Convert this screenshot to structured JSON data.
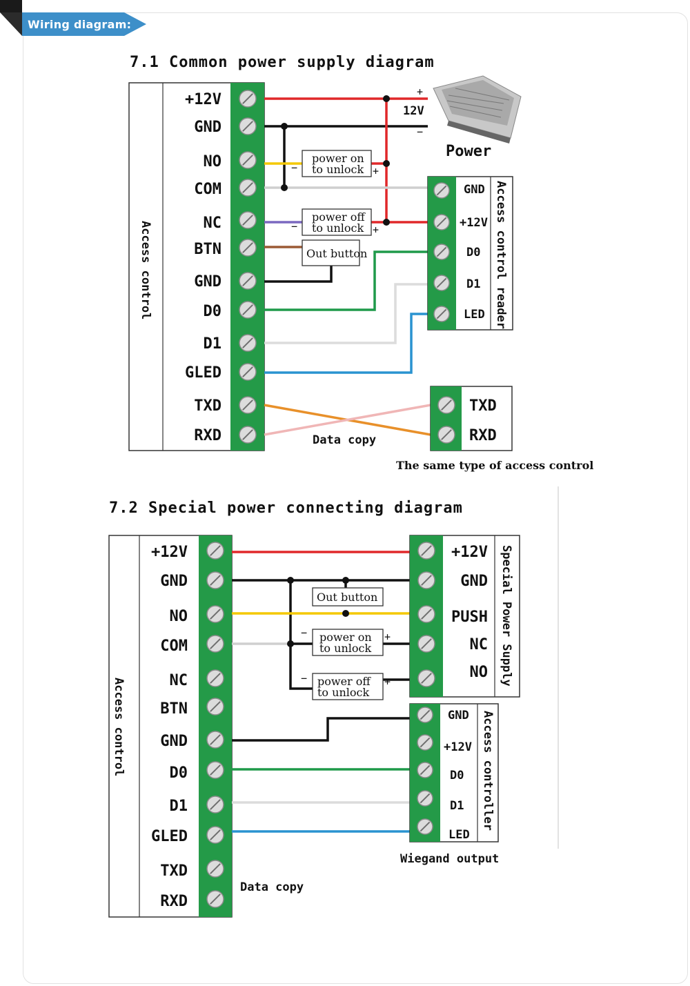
{
  "banner": {
    "text": "Wiring diagram:"
  },
  "diagram1": {
    "title": "7.1 Common power supply diagram",
    "controller_label": "Access control",
    "terminals": [
      "+12V",
      "GND",
      "NO",
      "COM",
      "NC",
      "BTN",
      "GND",
      "D0",
      "D1",
      "GLED",
      "TXD",
      "RXD"
    ],
    "power": {
      "voltage": "12V",
      "plus": "+",
      "minus": "−",
      "label": "Power"
    },
    "power_on_box": [
      "power on",
      "to unlock"
    ],
    "power_off_box": [
      "power off",
      "to unlock"
    ],
    "out_button": "Out button",
    "reader": {
      "label": "Access control reader",
      "terminals": [
        "GND",
        "+12V",
        "D0",
        "D1",
        "LED"
      ]
    },
    "copy": {
      "terminals": [
        "TXD",
        "RXD"
      ],
      "data_copy": "Data copy",
      "caption": "The same type of access control"
    }
  },
  "diagram2": {
    "title": "7.2 Special power connecting diagram",
    "controller_label": "Access control",
    "terminals": [
      "+12V",
      "GND",
      "NO",
      "COM",
      "NC",
      "BTN",
      "GND",
      "D0",
      "D1",
      "GLED",
      "TXD",
      "RXD"
    ],
    "supply": {
      "label": "Special Power Supply",
      "terminals": [
        "+12V",
        "GND",
        "PUSH",
        "NC",
        "NO"
      ]
    },
    "out_button": "Out button",
    "power_on_box": [
      "power on",
      "to unlock"
    ],
    "power_off_box": [
      "power off",
      "to unlock"
    ],
    "controller2": {
      "label": "Access controller",
      "terminals": [
        "GND",
        "+12V",
        "D0",
        "D1",
        "LED"
      ]
    },
    "wiegand": "Wiegand output",
    "data_copy": "Data copy"
  },
  "colors": {
    "terminal_green": "#249a48",
    "banner": "#3d8fc9",
    "red": "#e0282a",
    "yellow": "#f4c800",
    "grey": "#cfcfcf",
    "purple": "#7b68c0",
    "brown": "#9b5a35",
    "green": "#1f9a4a",
    "blue": "#2a93d0",
    "orange": "#e8902a",
    "pink": "#f0b6b6"
  }
}
